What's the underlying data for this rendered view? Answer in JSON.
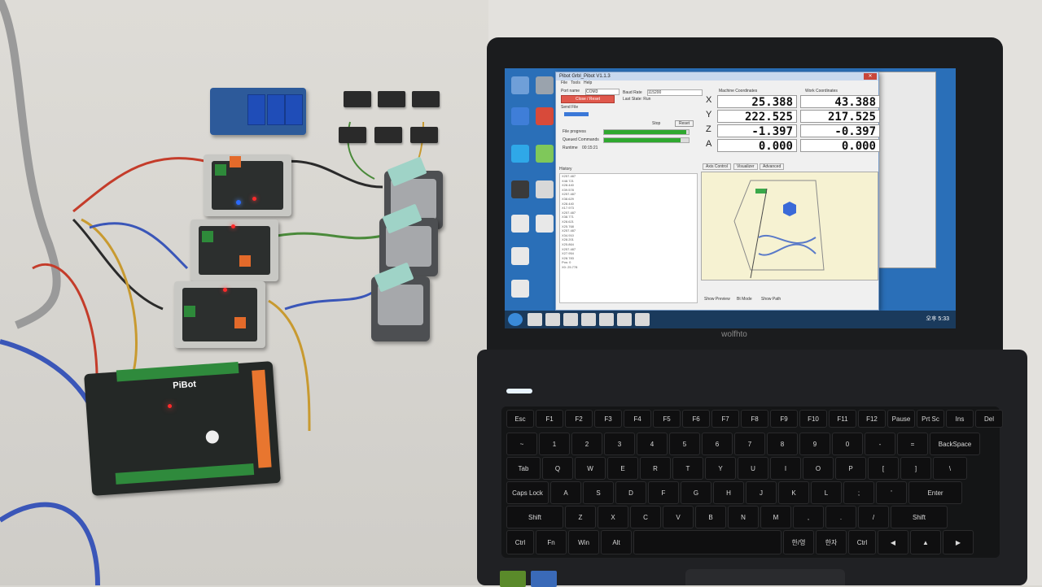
{
  "app": {
    "title": "Pibot Grbl_Pibot V1.1.3",
    "menu": [
      "File",
      "Tools",
      "Help"
    ],
    "port_label": "Port name",
    "port_value": "COM3",
    "baud_label": "Baud Rate",
    "baud_value": "115200",
    "status_label": "Last State: Run",
    "connect_button": "Close / Reset",
    "send_file_label": "Send File",
    "file_progress_label": "File progress",
    "file_progress": 0.97,
    "queued_label": "Queued Commands",
    "queued_progress": 0.9,
    "runtime_label": "Runtime",
    "runtime_value": "00:15:21",
    "stop_button": "Stop",
    "reset_button": "Reset",
    "history_label": "History",
    "log_lines": [
      "X257.487",
      "X48.721",
      "X28.440",
      "X39.578",
      "X257.487",
      "X38.629",
      "X28.440",
      "X17.973",
      "X257.487",
      "X38.771",
      "X28.621",
      "X25.768",
      "X257.487",
      "X34.910",
      "X28.201",
      "X25.864",
      "X257.487",
      "X27.954",
      "X28.783",
      "Pos: 0",
      "X0: 25.778"
    ],
    "machine_coords_label": "Machine Coordinates",
    "work_coords_label": "Work Coordinates",
    "axes": [
      {
        "name": "X",
        "machine": "25.388",
        "work": "43.388"
      },
      {
        "name": "Y",
        "machine": "222.525",
        "work": "217.525"
      },
      {
        "name": "Z",
        "machine": "-1.397",
        "work": "-0.397"
      },
      {
        "name": "A",
        "machine": "0.000",
        "work": "0.000"
      }
    ],
    "tabs": [
      "Axis Control",
      "Visualizer",
      "Advanced"
    ],
    "bottom_tabs": [
      "Show Preview",
      "Bt Mode",
      "Show Path"
    ]
  },
  "desktop": {
    "tray_time": "오후 5:33"
  },
  "laptop": {
    "brand": "wolfhto"
  },
  "boards": {
    "main_label": "PiBot"
  },
  "colors": {
    "desktop": "#2a6fb8",
    "progress": "#2fa82f",
    "connect": "#e0584c",
    "preview": "#f6f2d2"
  },
  "keys": [
    [
      "Esc",
      "F1",
      "F2",
      "F3",
      "F4",
      "F5",
      "F6",
      "F7",
      "F8",
      "F9",
      "F10",
      "F11",
      "F12",
      "Pause",
      "Prt Sc",
      "Ins",
      "Del"
    ],
    [
      "~",
      "1",
      "2",
      "3",
      "4",
      "5",
      "6",
      "7",
      "8",
      "9",
      "0",
      "-",
      "=",
      "BackSpace"
    ],
    [
      "Tab",
      "Q",
      "W",
      "E",
      "R",
      "T",
      "Y",
      "U",
      "I",
      "O",
      "P",
      "[",
      "]",
      "\\"
    ],
    [
      "Caps Lock",
      "A",
      "S",
      "D",
      "F",
      "G",
      "H",
      "J",
      "K",
      "L",
      ";",
      "'",
      "Enter"
    ],
    [
      "Shift",
      "Z",
      "X",
      "C",
      "V",
      "B",
      "N",
      "M",
      ",",
      ".",
      "/",
      "Shift"
    ],
    [
      "Ctrl",
      "Fn",
      "Win",
      "Alt",
      "",
      "한/영",
      "한자",
      "Ctrl",
      "◀",
      "▲",
      "▶"
    ]
  ]
}
